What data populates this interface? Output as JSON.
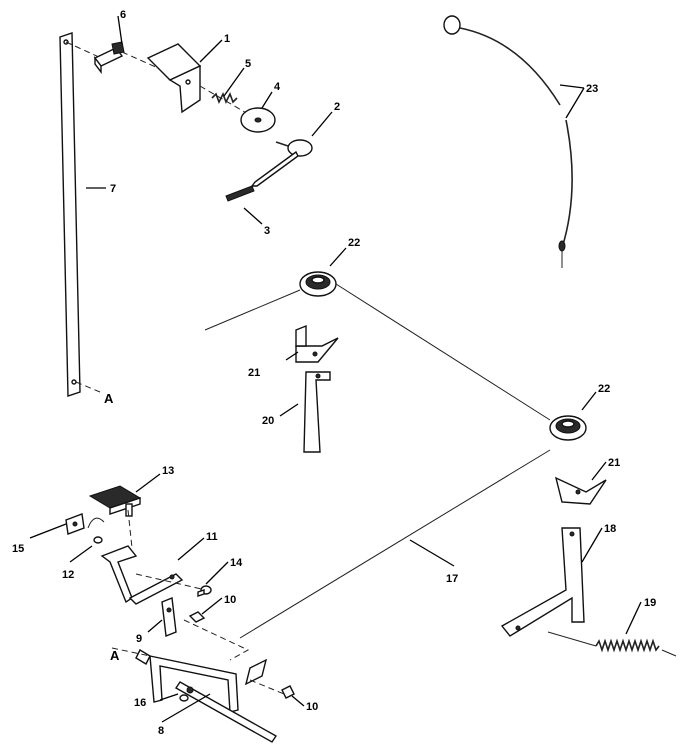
{
  "callouts": {
    "c1": "1",
    "c2": "2",
    "c3": "3",
    "c4": "4",
    "c5": "5",
    "c6": "6",
    "c7": "7",
    "c8": "8",
    "c9": "9",
    "c10a": "10",
    "c10b": "10",
    "c11": "11",
    "c12": "12",
    "c13": "13",
    "c14": "14",
    "c15": "15",
    "c16": "16",
    "c17": "17",
    "c18": "18",
    "c19": "19",
    "c20": "20",
    "c21a": "21",
    "c21b": "21",
    "c22a": "22",
    "c22b": "22",
    "c23": "23",
    "refTop": "A",
    "refBottom": "A"
  }
}
